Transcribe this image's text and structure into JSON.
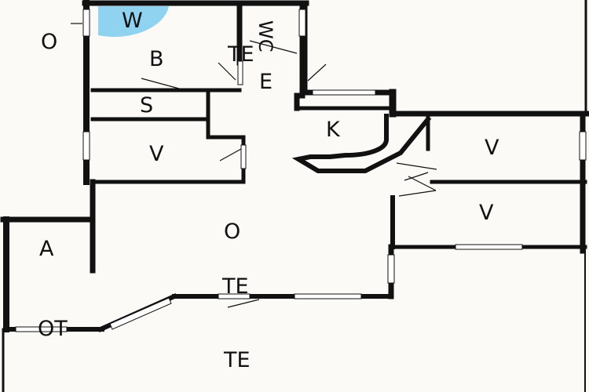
{
  "floor_plan": {
    "wall_color": "#111111",
    "floor_color": "#fbfaf7",
    "window_color": "#ffffff",
    "bath_accent_color": "#8fd3f0",
    "labels": {
      "w": "W",
      "b": "B",
      "wc": "WC",
      "te_hall": "TE",
      "e": "E",
      "s": "S",
      "k": "K",
      "v_left": "V",
      "v_right_top": "V",
      "v_right_bottom": "V",
      "o_main": "O",
      "o_outside": "O",
      "a": "A",
      "ot": "OT",
      "te_middle": "TE",
      "te_bottom": "TE"
    }
  }
}
